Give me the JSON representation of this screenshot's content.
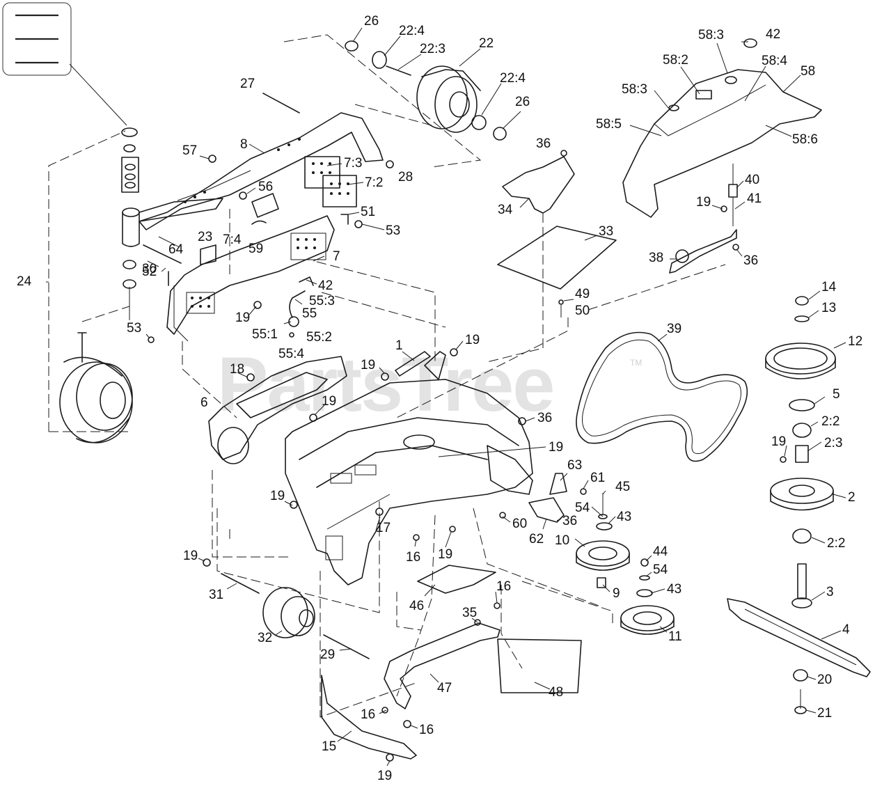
{
  "watermark": {
    "text": "PartsTree",
    "trademark": "TM"
  },
  "menu_icon": "hamburger-menu-icon",
  "callouts": [
    {
      "id": "26a",
      "text": "26"
    },
    {
      "id": "22-4a",
      "text": "22:4"
    },
    {
      "id": "22-3",
      "text": "22:3"
    },
    {
      "id": "22",
      "text": "22"
    },
    {
      "id": "22-4b",
      "text": "22:4"
    },
    {
      "id": "26b",
      "text": "26"
    },
    {
      "id": "27",
      "text": "27"
    },
    {
      "id": "8",
      "text": "8"
    },
    {
      "id": "57",
      "text": "57"
    },
    {
      "id": "28",
      "text": "28"
    },
    {
      "id": "7-3",
      "text": "7:3"
    },
    {
      "id": "7-2",
      "text": "7:2"
    },
    {
      "id": "56",
      "text": "56"
    },
    {
      "id": "51",
      "text": "51"
    },
    {
      "id": "53a",
      "text": "53"
    },
    {
      "id": "23",
      "text": "23"
    },
    {
      "id": "7-4",
      "text": "7:4"
    },
    {
      "id": "59",
      "text": "59"
    },
    {
      "id": "64",
      "text": "64"
    },
    {
      "id": "7",
      "text": "7"
    },
    {
      "id": "30",
      "text": "30"
    },
    {
      "id": "52",
      "text": "52"
    },
    {
      "id": "24",
      "text": "24"
    },
    {
      "id": "42a",
      "text": "42"
    },
    {
      "id": "55-3",
      "text": "55:3"
    },
    {
      "id": "55",
      "text": "55"
    },
    {
      "id": "19a",
      "text": "19"
    },
    {
      "id": "55-1",
      "text": "55:1"
    },
    {
      "id": "55-2",
      "text": "55:2"
    },
    {
      "id": "53b",
      "text": "53"
    },
    {
      "id": "55-4",
      "text": "55:4"
    },
    {
      "id": "1",
      "text": "1"
    },
    {
      "id": "19b",
      "text": "19"
    },
    {
      "id": "19c",
      "text": "19"
    },
    {
      "id": "18",
      "text": "18"
    },
    {
      "id": "19d",
      "text": "19"
    },
    {
      "id": "6",
      "text": "6"
    },
    {
      "id": "36a",
      "text": "36"
    },
    {
      "id": "19e",
      "text": "19"
    },
    {
      "id": "36b",
      "text": "36"
    },
    {
      "id": "34",
      "text": "34"
    },
    {
      "id": "33",
      "text": "33"
    },
    {
      "id": "49",
      "text": "49"
    },
    {
      "id": "50",
      "text": "50"
    },
    {
      "id": "39",
      "text": "39"
    },
    {
      "id": "58-3a",
      "text": "58:3"
    },
    {
      "id": "42b",
      "text": "42"
    },
    {
      "id": "58-2",
      "text": "58:2"
    },
    {
      "id": "58-4",
      "text": "58:4"
    },
    {
      "id": "58",
      "text": "58"
    },
    {
      "id": "58-3b",
      "text": "58:3"
    },
    {
      "id": "58-5",
      "text": "58:5"
    },
    {
      "id": "58-6",
      "text": "58:6"
    },
    {
      "id": "40",
      "text": "40"
    },
    {
      "id": "19f",
      "text": "19"
    },
    {
      "id": "41",
      "text": "41"
    },
    {
      "id": "38",
      "text": "38"
    },
    {
      "id": "36c",
      "text": "36"
    },
    {
      "id": "14",
      "text": "14"
    },
    {
      "id": "13",
      "text": "13"
    },
    {
      "id": "12",
      "text": "12"
    },
    {
      "id": "5",
      "text": "5"
    },
    {
      "id": "2-2a",
      "text": "2:2"
    },
    {
      "id": "19g",
      "text": "19"
    },
    {
      "id": "2-3",
      "text": "2:3"
    },
    {
      "id": "2",
      "text": "2"
    },
    {
      "id": "2-2b",
      "text": "2:2"
    },
    {
      "id": "3",
      "text": "3"
    },
    {
      "id": "4",
      "text": "4"
    },
    {
      "id": "20",
      "text": "20"
    },
    {
      "id": "21",
      "text": "21"
    },
    {
      "id": "63",
      "text": "63"
    },
    {
      "id": "61",
      "text": "61"
    },
    {
      "id": "45",
      "text": "45"
    },
    {
      "id": "54a",
      "text": "54"
    },
    {
      "id": "43a",
      "text": "43"
    },
    {
      "id": "36d",
      "text": "36"
    },
    {
      "id": "62",
      "text": "62"
    },
    {
      "id": "60",
      "text": "60"
    },
    {
      "id": "10",
      "text": "10"
    },
    {
      "id": "44",
      "text": "44"
    },
    {
      "id": "54b",
      "text": "54"
    },
    {
      "id": "43b",
      "text": "43"
    },
    {
      "id": "9",
      "text": "9"
    },
    {
      "id": "11",
      "text": "11"
    },
    {
      "id": "19h",
      "text": "19"
    },
    {
      "id": "17",
      "text": "17"
    },
    {
      "id": "16a",
      "text": "16"
    },
    {
      "id": "19i",
      "text": "19"
    },
    {
      "id": "16b",
      "text": "16"
    },
    {
      "id": "46",
      "text": "46"
    },
    {
      "id": "35",
      "text": "35"
    },
    {
      "id": "19j",
      "text": "19"
    },
    {
      "id": "31",
      "text": "31"
    },
    {
      "id": "32",
      "text": "32"
    },
    {
      "id": "29",
      "text": "29"
    },
    {
      "id": "47",
      "text": "47"
    },
    {
      "id": "48",
      "text": "48"
    },
    {
      "id": "16c",
      "text": "16"
    },
    {
      "id": "16d",
      "text": "16"
    },
    {
      "id": "15",
      "text": "15"
    },
    {
      "id": "19k",
      "text": "19"
    }
  ]
}
